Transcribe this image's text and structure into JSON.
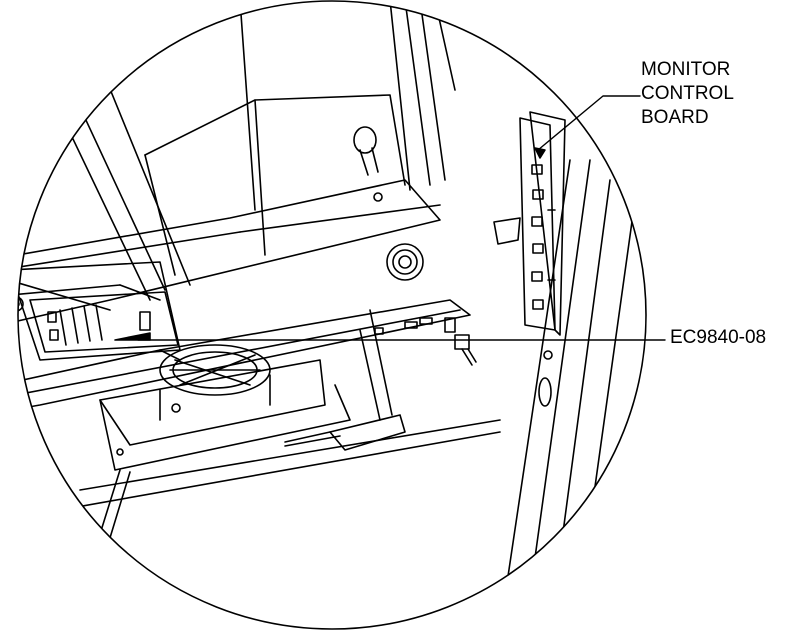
{
  "callouts": {
    "monitor_control_board": {
      "lines": [
        "MONITOR",
        "CONTROL",
        "BOARD"
      ]
    },
    "part_number": {
      "text": "EC9840-08"
    }
  },
  "colors": {
    "line": "#000000",
    "background": "#ffffff"
  }
}
